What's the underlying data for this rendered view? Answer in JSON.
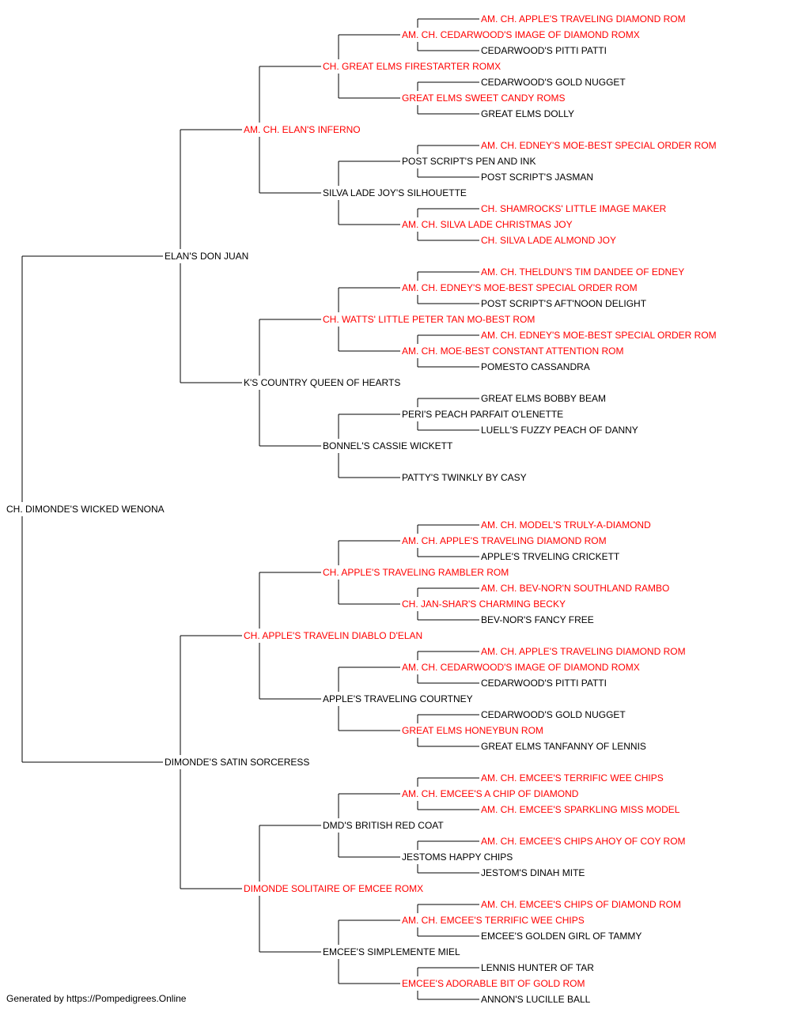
{
  "colors": {
    "titled": "#ff0000",
    "plain": "#000000",
    "line": "#000000"
  },
  "pedigree": {
    "name": "CH. DIMONDE'S WICKED WENONA",
    "titled": false,
    "sire": {
      "name": "ELAN'S DON JUAN",
      "titled": false,
      "sire": {
        "name": "AM. CH. ELAN'S INFERNO",
        "titled": true,
        "sire": {
          "name": "CH. GREAT ELMS FIRESTARTER ROMX",
          "titled": true,
          "sire": {
            "name": "AM. CH. CEDARWOOD'S IMAGE OF DIAMOND ROMX",
            "titled": true,
            "sire": {
              "name": "AM. CH. APPLE'S TRAVELING DIAMOND ROM",
              "titled": true
            },
            "dam": {
              "name": "CEDARWOOD'S PITTI PATTI",
              "titled": false
            }
          },
          "dam": {
            "name": "GREAT ELMS SWEET CANDY ROMS",
            "titled": true,
            "sire": {
              "name": "CEDARWOOD'S GOLD NUGGET",
              "titled": false
            },
            "dam": {
              "name": "GREAT ELMS DOLLY",
              "titled": false
            }
          }
        },
        "dam": {
          "name": "SILVA LADE JOY'S SILHOUETTE",
          "titled": false,
          "sire": {
            "name": "POST SCRIPT'S PEN AND INK",
            "titled": false,
            "sire": {
              "name": "AM. CH. EDNEY'S MOE-BEST SPECIAL ORDER ROM",
              "titled": true
            },
            "dam": {
              "name": "POST SCRIPT'S JASMAN",
              "titled": false
            }
          },
          "dam": {
            "name": "AM. CH. SILVA LADE CHRISTMAS JOY",
            "titled": true,
            "sire": {
              "name": "CH. SHAMROCKS' LITTLE IMAGE MAKER",
              "titled": true
            },
            "dam": {
              "name": "CH. SILVA LADE ALMOND JOY",
              "titled": true
            }
          }
        }
      },
      "dam": {
        "name": "K'S COUNTRY QUEEN OF HEARTS",
        "titled": false,
        "sire": {
          "name": "CH. WATTS' LITTLE PETER TAN MO-BEST ROM",
          "titled": true,
          "sire": {
            "name": "AM. CH. EDNEY'S MOE-BEST SPECIAL ORDER ROM",
            "titled": true,
            "sire": {
              "name": "AM. CH. THELDUN'S TIM DANDEE OF EDNEY",
              "titled": true
            },
            "dam": {
              "name": "POST SCRIPT'S AFT'NOON DELIGHT",
              "titled": false
            }
          },
          "dam": {
            "name": "AM. CH. MOE-BEST CONSTANT ATTENTION ROM",
            "titled": true,
            "sire": {
              "name": "AM. CH. EDNEY'S MOE-BEST SPECIAL ORDER ROM",
              "titled": true
            },
            "dam": {
              "name": "POMESTO CASSANDRA",
              "titled": false
            }
          }
        },
        "dam": {
          "name": "BONNEL'S CASSIE WICKETT",
          "titled": false,
          "sire": {
            "name": "PERI'S PEACH PARFAIT O'LENETTE",
            "titled": false,
            "sire": {
              "name": "GREAT ELMS BOBBY BEAM",
              "titled": false
            },
            "dam": {
              "name": "LUELL'S FUZZY PEACH OF DANNY",
              "titled": false
            }
          },
          "dam": {
            "name": "PATTY'S TWINKLY BY CASY",
            "titled": false
          }
        }
      }
    },
    "dam": {
      "name": "DIMONDE'S SATIN SORCERESS",
      "titled": false,
      "sire": {
        "name": "CH. APPLE'S TRAVELIN DIABLO D'ELAN",
        "titled": true,
        "sire": {
          "name": "CH. APPLE'S TRAVELING RAMBLER ROM",
          "titled": true,
          "sire": {
            "name": "AM. CH. APPLE'S TRAVELING DIAMOND ROM",
            "titled": true,
            "sire": {
              "name": "AM. CH. MODEL'S TRULY-A-DIAMOND",
              "titled": true
            },
            "dam": {
              "name": "APPLE'S TRVELING CRICKETT",
              "titled": false
            }
          },
          "dam": {
            "name": "CH. JAN-SHAR'S CHARMING BECKY",
            "titled": true,
            "sire": {
              "name": "AM. CH. BEV-NOR'N SOUTHLAND RAMBO",
              "titled": true
            },
            "dam": {
              "name": "BEV-NOR'S FANCY FREE",
              "titled": false
            }
          }
        },
        "dam": {
          "name": "APPLE'S TRAVELING COURTNEY",
          "titled": false,
          "sire": {
            "name": "AM. CH. CEDARWOOD'S IMAGE OF DIAMOND ROMX",
            "titled": true,
            "sire": {
              "name": "AM. CH. APPLE'S TRAVELING DIAMOND ROM",
              "titled": true
            },
            "dam": {
              "name": "CEDARWOOD'S PITTI PATTI",
              "titled": false
            }
          },
          "dam": {
            "name": "GREAT ELMS HONEYBUN ROM",
            "titled": true,
            "sire": {
              "name": "CEDARWOOD'S GOLD NUGGET",
              "titled": false
            },
            "dam": {
              "name": "GREAT ELMS TANFANNY OF LENNIS",
              "titled": false
            }
          }
        }
      },
      "dam": {
        "name": "DIMONDE SOLITAIRE OF EMCEE ROMX",
        "titled": true,
        "sire": {
          "name": "DMD'S BRITISH RED COAT",
          "titled": false,
          "sire": {
            "name": "AM. CH. EMCEE'S A CHIP OF DIAMOND",
            "titled": true,
            "sire": {
              "name": "AM. CH. EMCEE'S TERRIFIC WEE CHIPS",
              "titled": true
            },
            "dam": {
              "name": "AM. CH. EMCEE'S SPARKLING MISS MODEL",
              "titled": true
            }
          },
          "dam": {
            "name": "JESTOMS HAPPY CHIPS",
            "titled": false,
            "sire": {
              "name": "AM. CH. EMCEE'S CHIPS AHOY OF COY ROM",
              "titled": true
            },
            "dam": {
              "name": "JESTOM'S DINAH MITE",
              "titled": false
            }
          }
        },
        "dam": {
          "name": "EMCEE'S SIMPLEMENTE MIEL",
          "titled": false,
          "sire": {
            "name": "AM. CH. EMCEE'S TERRIFIC WEE CHIPS",
            "titled": true,
            "sire": {
              "name": "AM. CH. EMCEE'S CHIPS OF DIAMOND ROM",
              "titled": true
            },
            "dam": {
              "name": "EMCEE'S GOLDEN GIRL OF TAMMY",
              "titled": false
            }
          },
          "dam": {
            "name": "EMCEE'S ADORABLE BIT OF GOLD ROM",
            "titled": true,
            "sire": {
              "name": "LENNIS HUNTER OF TAR",
              "titled": false
            },
            "dam": {
              "name": "ANNON'S LUCILLE BALL",
              "titled": false
            }
          }
        }
      }
    }
  },
  "footer": {
    "credit": "Generated by https://Pompedigrees.Online"
  }
}
